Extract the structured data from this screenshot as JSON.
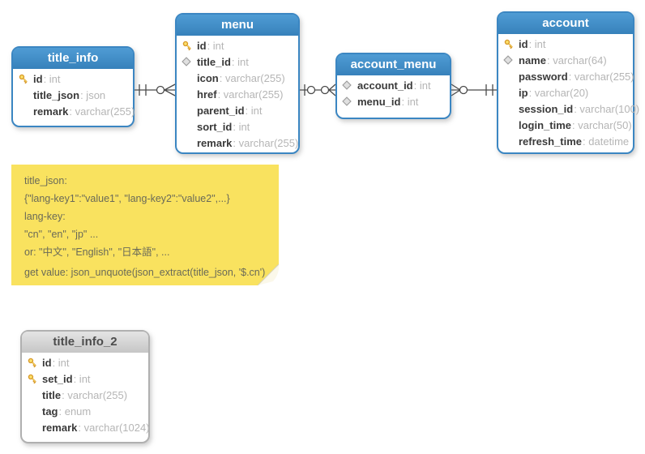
{
  "tables": [
    {
      "title": "title_info",
      "header_style": "blue",
      "fields": [
        {
          "icon": "key",
          "name": "id",
          "type": "int"
        },
        {
          "icon": "",
          "name": "title_json",
          "type": "json"
        },
        {
          "icon": "",
          "name": "remark",
          "type": "varchar(255)"
        }
      ]
    },
    {
      "title": "menu",
      "header_style": "blue",
      "fields": [
        {
          "icon": "key",
          "name": "id",
          "type": "int"
        },
        {
          "icon": "fk",
          "name": "title_id",
          "type": "int"
        },
        {
          "icon": "",
          "name": "icon",
          "type": "varchar(255)"
        },
        {
          "icon": "",
          "name": "href",
          "type": "varchar(255)"
        },
        {
          "icon": "",
          "name": "parent_id",
          "type": "int"
        },
        {
          "icon": "",
          "name": "sort_id",
          "type": "int"
        },
        {
          "icon": "",
          "name": "remark",
          "type": "varchar(255)"
        }
      ]
    },
    {
      "title": "account_menu",
      "header_style": "blue",
      "fields": [
        {
          "icon": "fk",
          "name": "account_id",
          "type": "int"
        },
        {
          "icon": "fk",
          "name": "menu_id",
          "type": "int"
        }
      ]
    },
    {
      "title": "account",
      "header_style": "blue",
      "fields": [
        {
          "icon": "key",
          "name": "id",
          "type": "int"
        },
        {
          "icon": "fk",
          "name": "name",
          "type": "varchar(64)"
        },
        {
          "icon": "",
          "name": "password",
          "type": "varchar(255)"
        },
        {
          "icon": "",
          "name": "ip",
          "type": "varchar(20)"
        },
        {
          "icon": "",
          "name": "session_id",
          "type": "varchar(100)"
        },
        {
          "icon": "",
          "name": "login_time",
          "type": "varchar(50)"
        },
        {
          "icon": "",
          "name": "refresh_time",
          "type": "datetime"
        }
      ]
    },
    {
      "title": "title_info_2",
      "header_style": "gray",
      "fields": [
        {
          "icon": "key",
          "name": "id",
          "type": "int"
        },
        {
          "icon": "key",
          "name": "set_id",
          "type": "int"
        },
        {
          "icon": "",
          "name": "title",
          "type": "varchar(255)"
        },
        {
          "icon": "",
          "name": "tag",
          "type": "enum"
        },
        {
          "icon": "",
          "name": "remark",
          "type": "varchar(1024)"
        }
      ]
    }
  ],
  "note": {
    "lines": [
      "title_json:",
      "{\"lang-key1\":\"value1\", \"lang-key2\":\"value2\",...}",
      "lang-key:",
      "\"cn\", \"en\", \"jp\" ...",
      "or: \"中文\", \"English\", \"日本語\", ...",
      "get value: json_unquote(json_extract(title_json, '$.cn')"
    ]
  },
  "relationships": [
    {
      "from": "title_info",
      "to": "menu",
      "from_cardinality": "one-and-only-one",
      "to_cardinality": "zero-or-many"
    },
    {
      "from": "menu",
      "to": "account_menu",
      "from_cardinality": "zero-or-one",
      "to_cardinality": "zero-or-many"
    },
    {
      "from": "account_menu",
      "to": "account",
      "from_cardinality": "zero-or-many",
      "to_cardinality": "one-and-only-one"
    }
  ],
  "colors": {
    "table_border_blue": "#3b86c2",
    "table_header_blue": "#3781bb",
    "table_border_gray": "#b0b0b0",
    "note_yellow": "#f9e25f",
    "field_name": "#3a3a3a",
    "field_type": "#b5b5b5",
    "connector_line": "#4a4a4a",
    "key_icon_gold": "#fbe06a",
    "fk_icon_gray": "#e0e0e0"
  }
}
